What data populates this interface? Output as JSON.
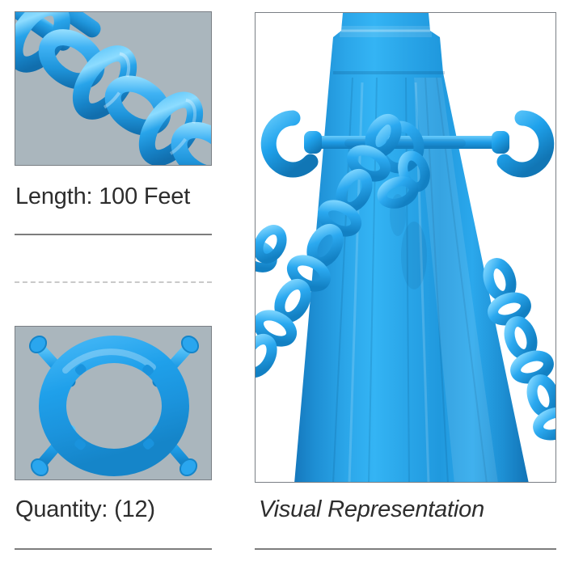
{
  "layout": {
    "background_color": "#ffffff",
    "panel_border_color": "#7a7f85",
    "rule_color": "#7d7d7d",
    "dashed_rule_color": "#c9c9c9"
  },
  "product": {
    "accent_blue": "#1fa0ea",
    "photo_background": "#aab6bd"
  },
  "panels": {
    "chain_photo": {
      "name": "plastic-chain-closeup",
      "alt": "Close-up of blue plastic chain links on grey-blue background"
    },
    "collar_photo": {
      "name": "cone-chain-connector-ring",
      "alt": "Blue plastic ring connector with four hook arms, top view"
    },
    "visual_photo": {
      "name": "blue-traffic-cone-with-chain",
      "alt": "Blue traffic cone fitted with chain connector and draped plastic chain"
    }
  },
  "captions": {
    "length": "Length: 100 Feet",
    "quantity": "Quantity: (12)",
    "visual": "Visual Representation"
  }
}
